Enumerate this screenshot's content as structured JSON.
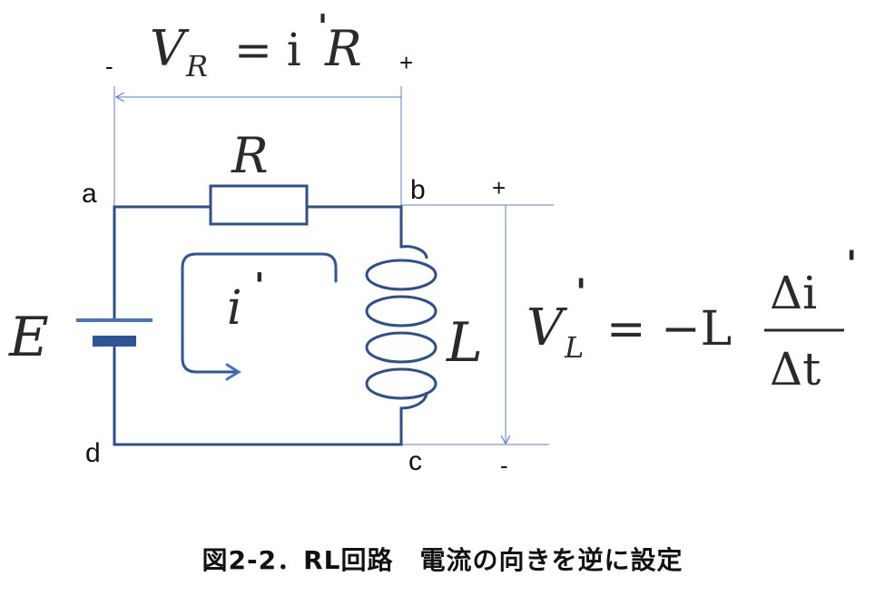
{
  "diagram": {
    "title": "図2-2．RL回路　電流の向きを逆に設定",
    "nodes": {
      "a": "a",
      "b": "b",
      "c": "c",
      "d": "d"
    },
    "components": {
      "resistor": "R",
      "inductor": "L",
      "source": "E",
      "current": "i",
      "current_prime": "'"
    },
    "polarity": {
      "vr_left": "-",
      "vr_right": "+",
      "vl_top": "+",
      "vl_bottom": "-"
    },
    "equations": {
      "vr_lhs": "V",
      "vr_sub": "R",
      "vr_rhs": "= i",
      "vr_prime": "'",
      "vr_r": "R",
      "vl_lhs": "V",
      "vl_sub": "L",
      "vl_prime": "'",
      "vl_eq": "= −L",
      "vl_num": "Δi",
      "vl_num_prime": "'",
      "vl_den": "Δt"
    },
    "colors": {
      "wire": "#2f4f8a",
      "arrow": "#4472c4",
      "dim_line": "#5b7fcf",
      "text": "#222222"
    }
  }
}
